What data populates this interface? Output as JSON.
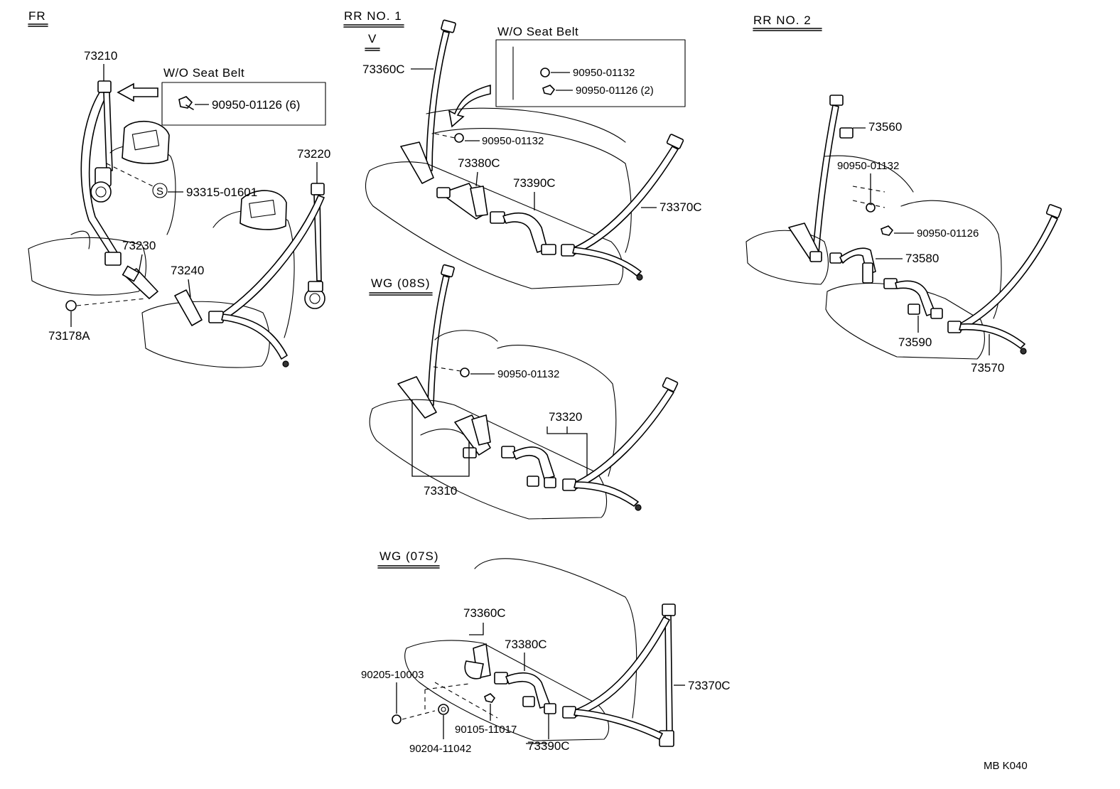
{
  "sections": {
    "fr": "FR",
    "rr_no1": "RR  NO. 1",
    "rr_no1_sub": "V",
    "rr_no2": "RR  NO. 2",
    "wg_08s": "WG (08S)",
    "wg_07s": "WG (07S)"
  },
  "wo_boxes": {
    "fr_title": "W/O  Seat Belt",
    "fr_part": "90950-01126 (6)",
    "rr1_title": "W/O  Seat Belt",
    "rr1_part_a": "90950-01132",
    "rr1_part_b": "90950-01126 (2)"
  },
  "parts_fr": {
    "p73210": "73210",
    "p73220": "73220",
    "p73230": "73230",
    "p73240": "73240",
    "p73178A": "73178A",
    "p93315": "93315-01601",
    "s_mark": "S"
  },
  "parts_rr1": {
    "p73360C": "73360C",
    "p90950_01132": "90950-01132",
    "p73380C": "73380C",
    "p73390C": "73390C",
    "p73370C": "73370C"
  },
  "parts_rr2": {
    "p73560": "73560",
    "p90950_01132": "90950-01132",
    "p90950_01126": "90950-01126",
    "p73580": "73580",
    "p73590": "73590",
    "p73570": "73570"
  },
  "parts_wg08": {
    "p90950_01132": "90950-01132",
    "p73320": "73320",
    "p73310": "73310"
  },
  "parts_wg07": {
    "p73360C": "73360C",
    "p73380C": "73380C",
    "p73370C": "73370C",
    "p90205": "90205-10003",
    "p90105": "90105-11017",
    "p90204": "90204-11042",
    "p73390C": "73390C"
  },
  "footer": {
    "code": "MB  K040"
  }
}
